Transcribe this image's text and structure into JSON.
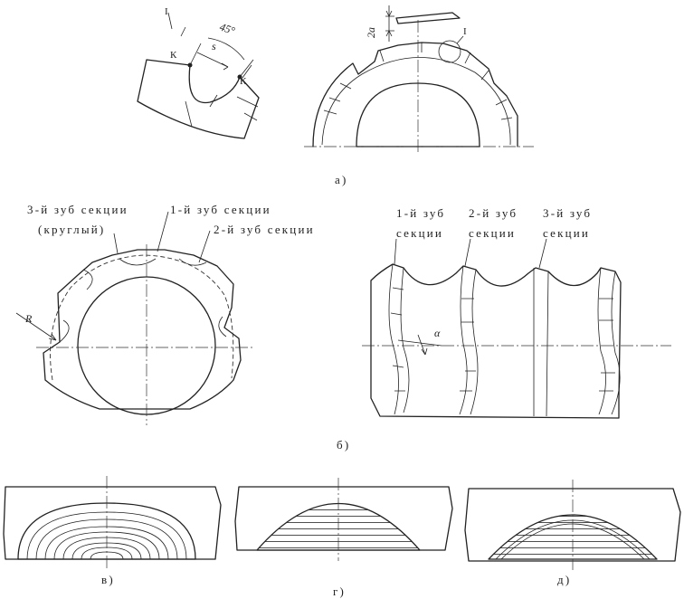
{
  "fig_a": {
    "detail_mark": "I",
    "angle_label": "45°",
    "s_label": "s",
    "k_left": "К",
    "k_right": "К",
    "dim_2a": "2a",
    "caption": "а)"
  },
  "fig_b": {
    "tooth3_line1": "3-й зуб секции",
    "tooth3_line2": "(круглый)",
    "tooth1": "1-й зуб секции",
    "tooth2": "2-й зуб секции",
    "r_label": "R",
    "right_t1_line1": "1-й зуб",
    "right_t1_line2": "секции",
    "right_t2_line1": "2-й зуб",
    "right_t2_line2": "секции",
    "right_t3_line1": "3-й зуб",
    "right_t3_line2": "секции",
    "alpha_label": "α",
    "caption": "б)"
  },
  "fig_v": {
    "caption": "в)"
  },
  "fig_g": {
    "caption": "г)"
  },
  "fig_d": {
    "caption": "д)"
  },
  "colors": {
    "ink": "#222222",
    "background": "#ffffff"
  }
}
